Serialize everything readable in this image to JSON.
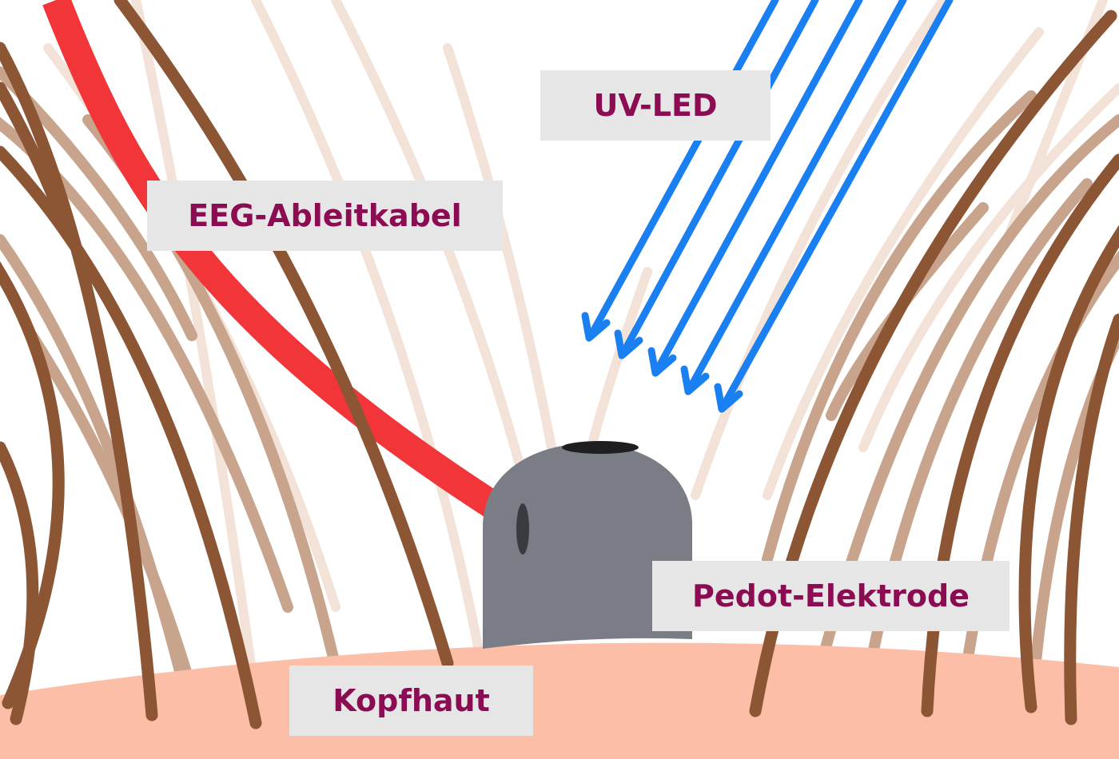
{
  "labels": {
    "uv_led": "UV-LED",
    "eeg_cable": "EEG-Ableitkabel",
    "pedot_electrode": "Pedot-Elektrode",
    "scalp": "Kopfhaut"
  },
  "colors": {
    "background": "#ffffff",
    "scalp": "#fdbea8",
    "hair_dark": "#8c5534",
    "hair_mid": "#c9a48c",
    "hair_light": "#f3e2d7",
    "cable": "#f23538",
    "electrode": "#7a7d85",
    "uv_arrows": "#1a7ff0",
    "label_bg": "#e6e6e6",
    "label_text": "#8b0c52"
  },
  "icons": [
    "hair-strands",
    "eeg-cable",
    "electrode",
    "uv-light-arrows"
  ]
}
